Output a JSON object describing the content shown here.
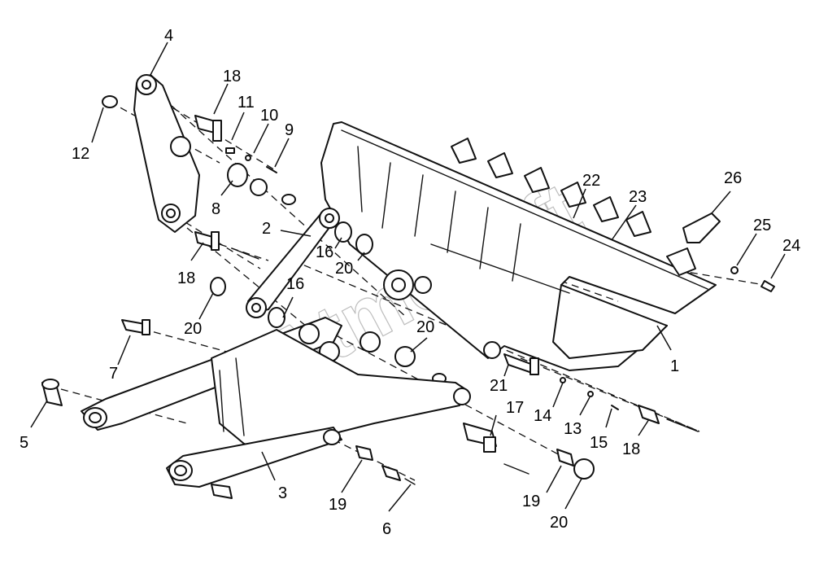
{
  "callouts": {
    "c1": "1",
    "c2": "2",
    "c3": "3",
    "c4": "4",
    "c5": "5",
    "c6": "6",
    "c7": "7",
    "c8": "8",
    "c9": "9",
    "c10": "10",
    "c11": "11",
    "c12": "12",
    "c13": "13",
    "c14": "14",
    "c15": "15",
    "c16a": "16",
    "c16b": "16",
    "c17": "17",
    "c18a": "18",
    "c18b": "18",
    "c18c": "18",
    "c19a": "19",
    "c19b": "19",
    "c20a": "20",
    "c20b": "20",
    "c20c": "20",
    "c20d": "20",
    "c21": "21",
    "c22": "22",
    "c23": "23",
    "c24": "24",
    "c25": "25",
    "c26": "26"
  },
  "watermark": "Atmosoft",
  "colors": {
    "line": "#111111",
    "background": "#ffffff",
    "watermark": "#888888"
  }
}
